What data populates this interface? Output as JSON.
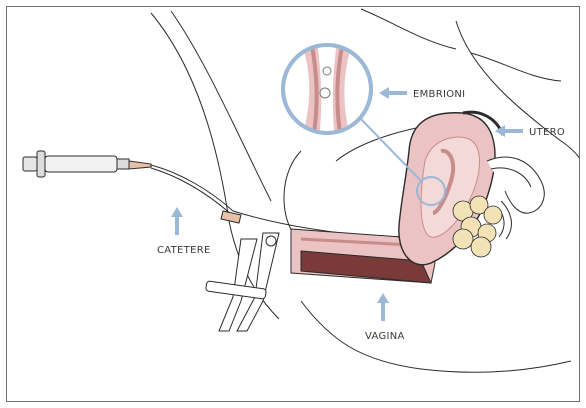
{
  "labels": {
    "embryos": "EMBRIONI",
    "uterus": "UTERO",
    "catheter": "CATETERE",
    "vagina": "VAGINA"
  },
  "colors": {
    "outline": "#2b2b2b",
    "uterus_fill": "#ebc3c3",
    "uterus_dark": "#c98c8c",
    "canal_dark": "#7a3a3a",
    "ovary": "#f2e2b5",
    "arrow": "#9bb8d6",
    "syringe": "#e6e6e6"
  }
}
